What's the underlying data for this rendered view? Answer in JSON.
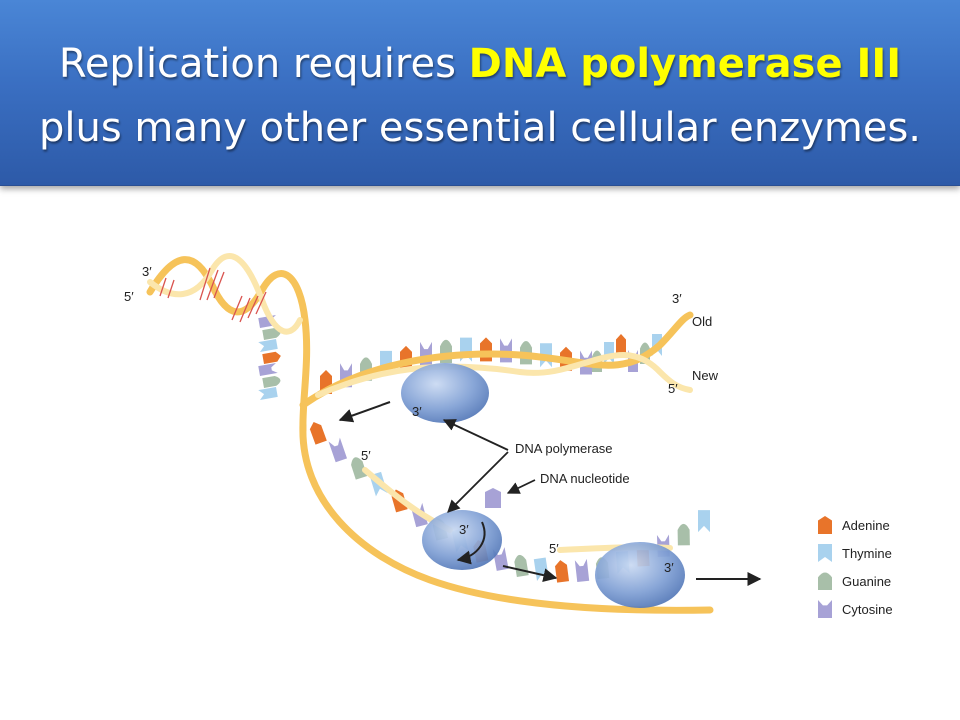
{
  "title": {
    "line1_prefix": "Replication requires ",
    "line1_highlight": "DNA polymerase III",
    "line2": "plus many other essential cellular enzymes."
  },
  "diagram": {
    "strand_labels": {
      "left_3": "3′",
      "left_5": "5′",
      "right_3": "3′",
      "right_5": "5′",
      "old": "Old",
      "new": "New",
      "enzyme1_3": "3′",
      "lagging_5": "5′",
      "enzyme2_3": "3′",
      "okazaki_5": "5′",
      "enzyme3_3": "3′"
    },
    "callouts": {
      "polymerase": "DNA polymerase",
      "nucleotide": "DNA nucleotide"
    },
    "legend": [
      {
        "label": "Adenine",
        "color": "#e8742a",
        "shape": "adenine"
      },
      {
        "label": "Thymine",
        "color": "#a9d2ee",
        "shape": "thymine"
      },
      {
        "label": "Guanine",
        "color": "#a8bfa9",
        "shape": "guanine"
      },
      {
        "label": "Cytosine",
        "color": "#a7a2d6",
        "shape": "cytosine"
      }
    ],
    "colors": {
      "old_strand": "#f6c35a",
      "new_strand": "#fbe6ac",
      "enzyme": "#6e8fc9",
      "primer": "#d9534f"
    }
  }
}
